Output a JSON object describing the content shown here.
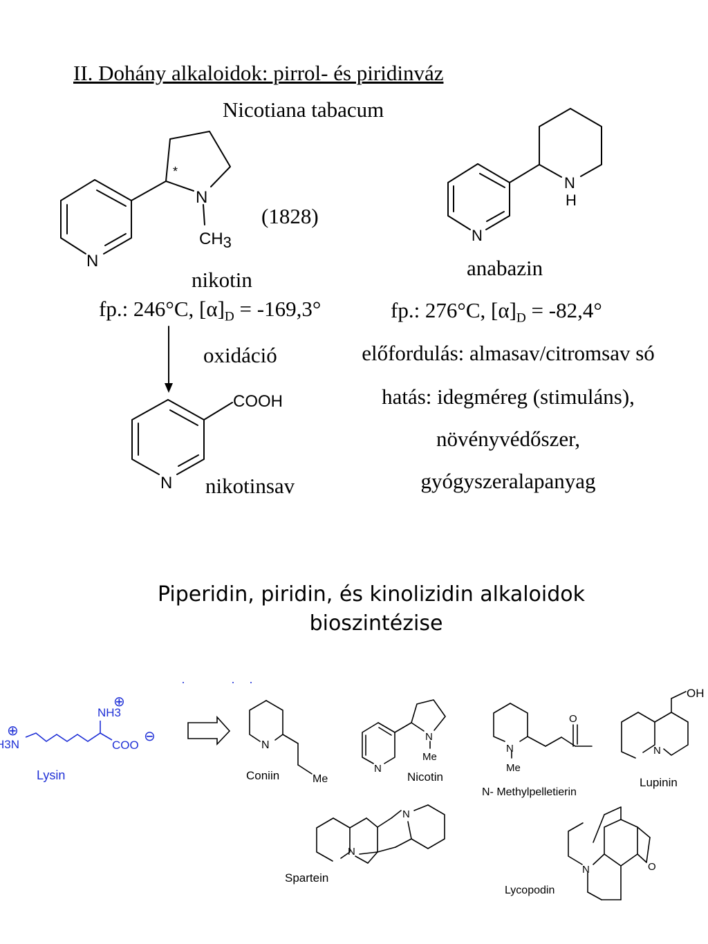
{
  "section1": {
    "heading": "II. Dohány alkaloidok: pirrol- és piridinváz",
    "plant": "Nicotiana tabacum",
    "year": "(1828)",
    "nicotine": {
      "name": "nikotin",
      "mp_prefix": "fp.: 246°C, [α]",
      "mp_sub": "D",
      "mp_suffix": " = -169,3°",
      "atom_n": "N",
      "atom_ring_n": "N",
      "methyl_c": "CH",
      "methyl_sub": "3",
      "stereo": "*"
    },
    "reaction_label": "oxidáció",
    "nicotinic_acid": {
      "name": "nikotinsav",
      "group": "COOH",
      "atom_n": "N"
    },
    "anabasine": {
      "name": "anabazin",
      "mp_prefix": "fp.: 276°C, [α]",
      "mp_sub": "D",
      "mp_suffix": " = -82,4°",
      "atom_nh_n": "N",
      "atom_nh_h": "H",
      "atom_ring_n": "N"
    },
    "occurrence": "előfordulás: almasav/citromsav só",
    "effect_line1": "hatás: idegméreg (stimuláns),",
    "effect_line2": "növényvédőszer,",
    "effect_line3": "gyógyszeralapanyag"
  },
  "section2": {
    "title_line1": "Piperidin, piridin, és kinolizidin alkaloidok",
    "title_line2": "bioszintézise",
    "lysine": {
      "name": "Lysin",
      "h3n": "H3N",
      "nh3": "NH3",
      "coo": "COO",
      "plus": "⊕",
      "minus": "⊖"
    },
    "products": {
      "coniin": "Coniin",
      "coniin_me": "Me",
      "coniin_n": "N",
      "nicotin": "Nicotin",
      "nicotin_me": "Me",
      "nicotin_n": "N",
      "methylpelletierin": "N- Methylpelletierin",
      "mp_me": "Me",
      "mp_n": "N",
      "mp_o": "O",
      "lupinin": "Lupinin",
      "lupinin_oh": "OH",
      "lupinin_n": "N",
      "spartein": "Spartein",
      "spartein_n": "N",
      "lycopodin": "Lycopodin",
      "lycopodin_n": "N",
      "lycopodin_o": "O"
    }
  }
}
